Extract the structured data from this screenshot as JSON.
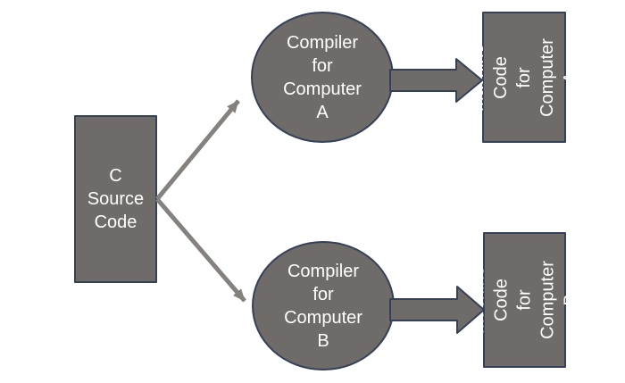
{
  "diagram": {
    "nodes": {
      "source": {
        "label": "C\nSource\nCode"
      },
      "compiler_a": {
        "label": "Compiler\nfor\nComputer\nA"
      },
      "compiler_b": {
        "label": "Compiler\nfor\nComputer\nB"
      },
      "machine_a": {
        "label": "Machine Code\nfor Computer A"
      },
      "machine_b": {
        "label": "Machine Code\nfor Computer B"
      }
    },
    "colors": {
      "shape_fill": "#6f6b68",
      "shape_border": "#344159",
      "connector_gray": "#85817e",
      "block_arrow_fill": "#6f6b68",
      "text": "#ffffff",
      "background": "#ffffff"
    }
  }
}
